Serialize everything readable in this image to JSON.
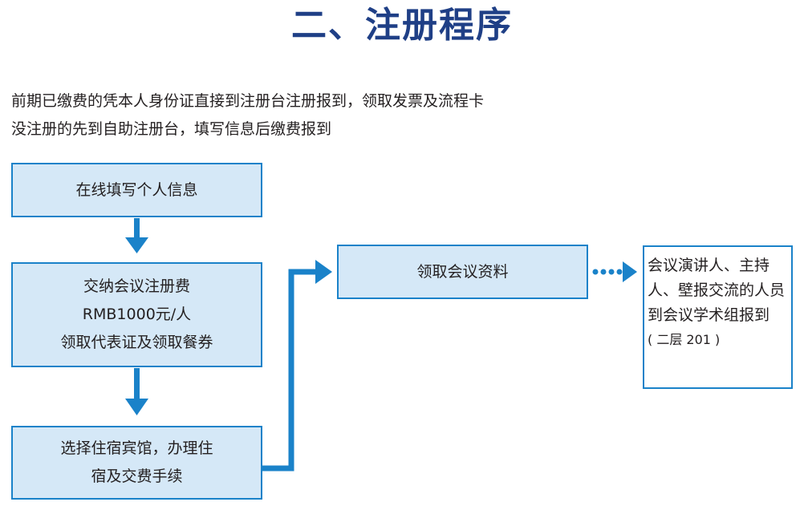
{
  "title": "二、注册程序",
  "intro": {
    "line1": "前期已缴费的凭本人身份证直接到注册台注册报到，领取发票及流程卡",
    "line2": "没注册的先到自助注册台，填写信息后缴费报到"
  },
  "steps": {
    "fill_info": "在线填写个人信息",
    "pay_fee": {
      "line1": "交纳会议注册费",
      "line2": "RMB1000元/人",
      "line3": "领取代表证及领取餐券"
    },
    "hotel": {
      "line1": "选择住宿宾馆，办理住",
      "line2": "宿及交费手续"
    },
    "collect_materials": "领取会议资料"
  },
  "note": {
    "text": "会议演讲人、主持人、壁报交流的人员到会议学术组报到",
    "room": "( 二层 201 )"
  },
  "colors": {
    "title": "#1f3f86",
    "box_fill": "#d5e8f7",
    "box_border": "#1a82c9",
    "arrow": "#1a82c9"
  }
}
